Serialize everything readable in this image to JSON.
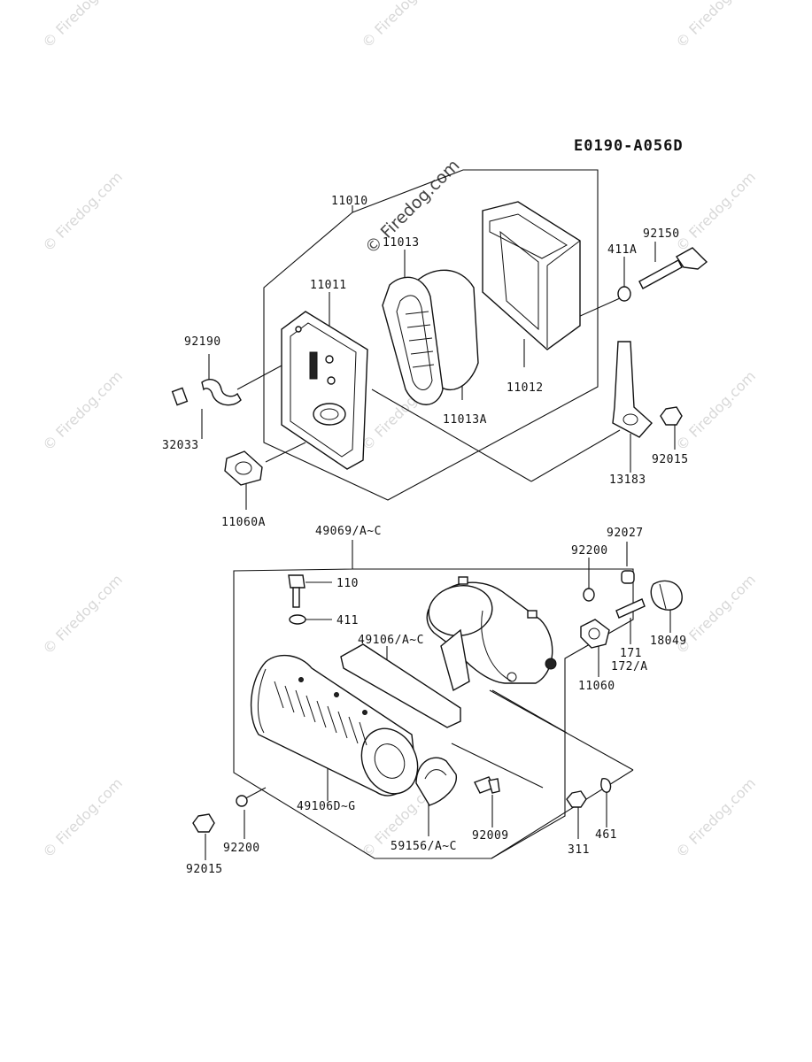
{
  "diagram_code": "E0190-A056D",
  "watermark_text": "© Firedog.com",
  "labels": {
    "p11010": "11010",
    "p11013": "11013",
    "p11011": "11011",
    "p411A": "411A",
    "p92150": "92150",
    "p92190": "92190",
    "p11012": "11012",
    "p11013A": "11013A",
    "p32033": "32033",
    "p13183": "13183",
    "p92015a": "92015",
    "p11060A": "11060A",
    "p49069": "49069/A~C",
    "p92027": "92027",
    "p92200a": "92200",
    "p110": "110",
    "p411": "411",
    "p49106": "49106/A~C",
    "p171": "171",
    "p172": "172/A",
    "p18049": "18049",
    "p11060": "11060",
    "p49106D": "49106D~G",
    "p92200b": "92200",
    "p92009": "92009",
    "p59156": "59156/A~C",
    "p311": "311",
    "p461": "461",
    "p92015b": "92015"
  }
}
